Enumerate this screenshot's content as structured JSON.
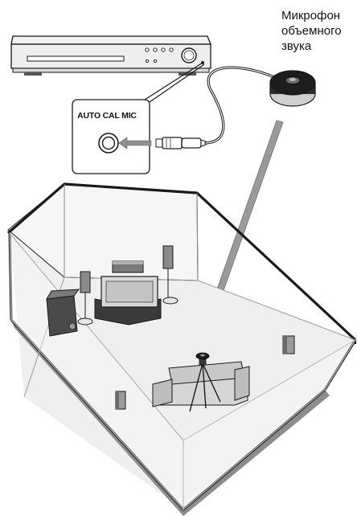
{
  "microphone_label": {
    "line1": "Микрофон",
    "line2": "объемного",
    "line3": "звука"
  },
  "jack_label": "AUTO CAL MIC",
  "colors": {
    "outline": "#1a1a1a",
    "room_fill": "#f4f4f4",
    "device_fill": "#e9e9e9",
    "shadow": "#9a9a9a"
  }
}
